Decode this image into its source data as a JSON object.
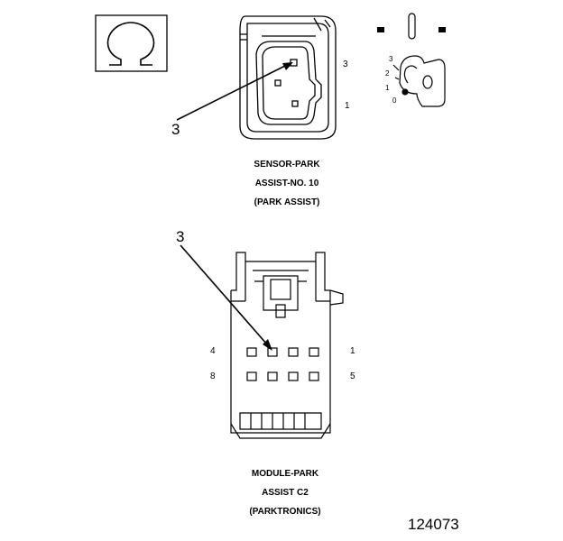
{
  "sensor": {
    "caption_line1": "SENSOR-PARK",
    "caption_line2": "ASSIST-NO. 10",
    "caption_line3": "(PARK ASSIST)",
    "callout": "3",
    "pin_top": "3",
    "pin_bottom": "1"
  },
  "key_view": {
    "pins": [
      "3",
      "2",
      "1",
      "0"
    ]
  },
  "module": {
    "caption_line1": "MODULE-PARK",
    "caption_line2": "ASSIST C2",
    "caption_line3": "(PARKTRONICS)",
    "callout": "3",
    "pin_top_left": "4",
    "pin_top_right": "1",
    "pin_bottom_left": "8",
    "pin_bottom_right": "5"
  },
  "figure_number": "124073",
  "icons": {
    "omega": "omega-symbol-icon"
  }
}
